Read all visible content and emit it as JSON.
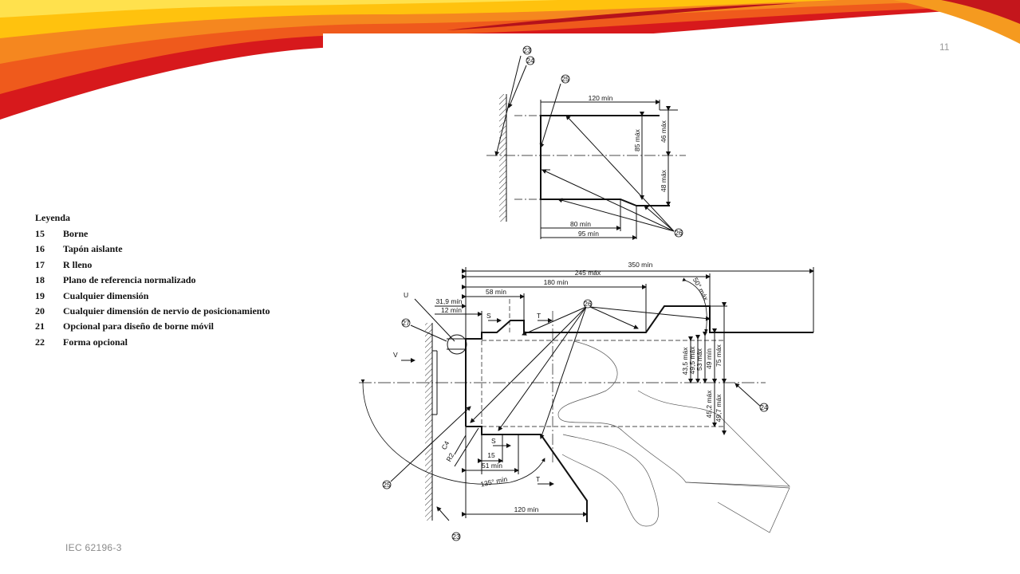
{
  "slide": {
    "number": "11",
    "footer": "IEC 62196-3",
    "colors": {
      "accent_red": "#d7191c",
      "accent_orange": "#f5871f",
      "accent_yellow": "#ffd400"
    }
  },
  "legend": {
    "title": "Leyenda",
    "items": [
      {
        "num": "15",
        "text": "Borne"
      },
      {
        "num": "16",
        "text": "Tapón aislante"
      },
      {
        "num": "17",
        "text": "R lleno"
      },
      {
        "num": "18",
        "text": "Plano de referencia normalizado"
      },
      {
        "num": "19",
        "text": "Cualquier dimensión"
      },
      {
        "num": "20",
        "text": "Cualquier dimensión de nervio de posicionamiento"
      },
      {
        "num": "21",
        "text": "Opcional para diseño de borne móvil"
      },
      {
        "num": "22",
        "text": "Forma opcional"
      }
    ]
  },
  "drawing": {
    "top": {
      "callouts": [
        "23",
        "24",
        "25",
        "26"
      ],
      "dims": {
        "width_120": "120 mín",
        "height_85": "85 máx",
        "upper_46": "46 máx",
        "lower_48": "48 máx",
        "bottom_80": "80 mín",
        "bottom_95": "95 mín"
      }
    },
    "bottom": {
      "callouts": [
        "23",
        "24",
        "25",
        "26",
        "27"
      ],
      "letters": {
        "u": "U",
        "v": "V",
        "s": "S",
        "t": "T"
      },
      "dims": {
        "d350": "350 mín",
        "d245": "245 máx",
        "d180": "180 mín",
        "d58": "58 mín",
        "d31_9": "31,9 mín",
        "d12": "12 mín",
        "angle50": "50° máx",
        "d43_5": "43,5 máx",
        "d49_5": "49,5 máx",
        "d53": "53 máx",
        "d49": "49 mín",
        "d75": "75 máx",
        "d45_2": "45,2 máx",
        "d49_7": "49,7 máx",
        "c4": "C4",
        "r2": "R2",
        "d15": "15",
        "d51": "51 mín",
        "angle135": "135° mín",
        "d120": "120 mín"
      }
    }
  }
}
